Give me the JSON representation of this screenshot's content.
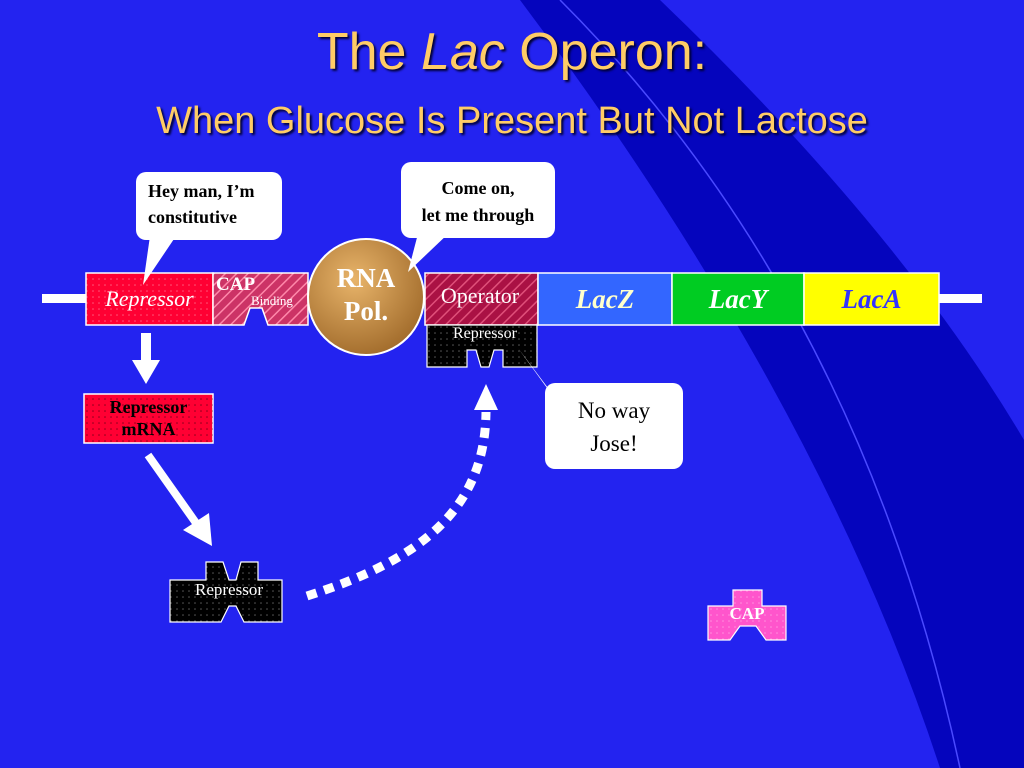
{
  "title": {
    "prefix": "The",
    "italic_word": "Lac",
    "suffix": "Operon:",
    "subtitle": "When Glucose Is Present But Not Lactose"
  },
  "bubbles": {
    "constitutive": [
      "Hey man, I’m",
      "constitutive"
    ],
    "polymerase": [
      "Come on,",
      "let me through"
    ],
    "repressor": [
      "No way",
      "Jose!"
    ]
  },
  "dna": {
    "repressor_gene": "Repressor",
    "cap_label": "CAP",
    "cap_binding_label": "Binding",
    "operator": "Operator",
    "lacz": "LacZ",
    "lacy": "LacY",
    "laca": "LacA"
  },
  "rna_pol": [
    "RNA",
    "Pol."
  ],
  "bound_repressor": "Repressor",
  "mrna": [
    "Repressor",
    "mRNA"
  ],
  "free_repressor": "Repressor",
  "cap_protein": "CAP",
  "colors": {
    "background_top": "#2323f0",
    "background_curve": "#0000b4",
    "title": "#ffcc66",
    "repressor_gene": "#ff0033",
    "cap_site": "#cc3366",
    "operator": "#aa1144",
    "lacz": "#3366ff",
    "lacy": "#00cc22",
    "laca": "#ffff00",
    "rna_pol": "#c08a40",
    "cap_protein": "#ff55cc"
  }
}
